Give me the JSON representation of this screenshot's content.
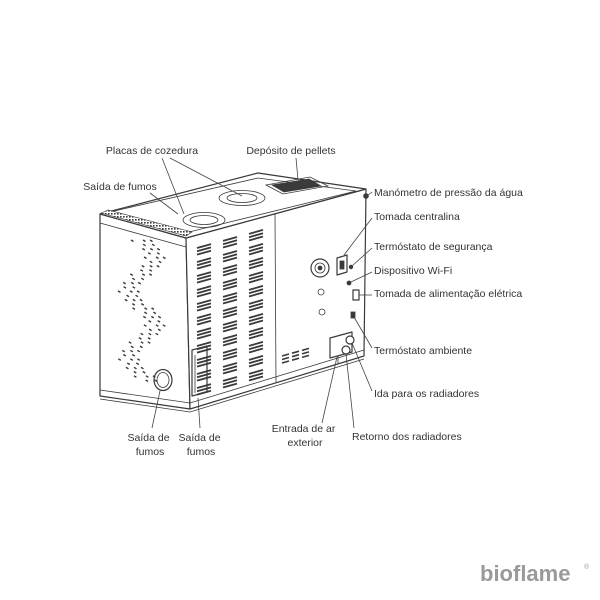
{
  "labels": {
    "cooking_plates": "Placas de cozedura",
    "pellet_tank": "Depósito de pellets",
    "flue_top": "Saída de fumos",
    "pressure_gauge": "Manómetro de pressão da água",
    "control_socket": "Tomada centralina",
    "safety_thermostat": "Termóstato de segurança",
    "wifi_device": "Dispositivo Wi-Fi",
    "power_socket": "Tomada de alimentação elétrica",
    "room_thermostat": "Termóstato ambiente",
    "radiator_flow": "Ida para os radiadores",
    "flue_left": [
      "Saída de",
      "fumos"
    ],
    "flue_right": [
      "Saída de",
      "fumos"
    ],
    "air_inlet": [
      "Entrada de ar",
      "exterior"
    ],
    "radiator_return": "Retorno dos radiadores"
  },
  "logo": {
    "name": "bioflame",
    "registered": "®"
  },
  "colors": {
    "ink": "#3a3a3a",
    "label": "#333333",
    "logo": "#9a9a9a",
    "background": "#ffffff"
  }
}
